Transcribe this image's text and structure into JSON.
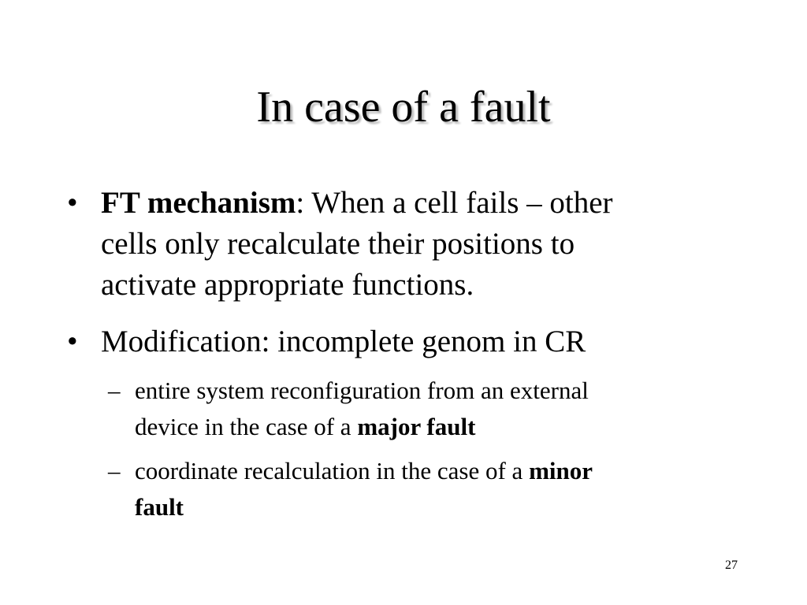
{
  "slide": {
    "title": "In case of a fault",
    "bullets": [
      {
        "marker": "•",
        "lead_bold": "FT mechanism",
        "line1_rest": ": When a cell fails – other",
        "line2": "cells only recalculate their positions to",
        "line3": "activate appropriate functions."
      },
      {
        "marker": "•",
        "text": "Modification: incomplete genom in CR"
      }
    ],
    "sub_bullets": [
      {
        "marker": "–",
        "line1": "entire system reconfiguration from an external",
        "line2_plain": "device in the case of a ",
        "line2_bold": "major fault"
      },
      {
        "marker": "–",
        "line1_plain": "coordinate recalculation in the case of a ",
        "line1_bold": "minor",
        "line2_bold": "fault"
      }
    ],
    "page_number": "27"
  }
}
